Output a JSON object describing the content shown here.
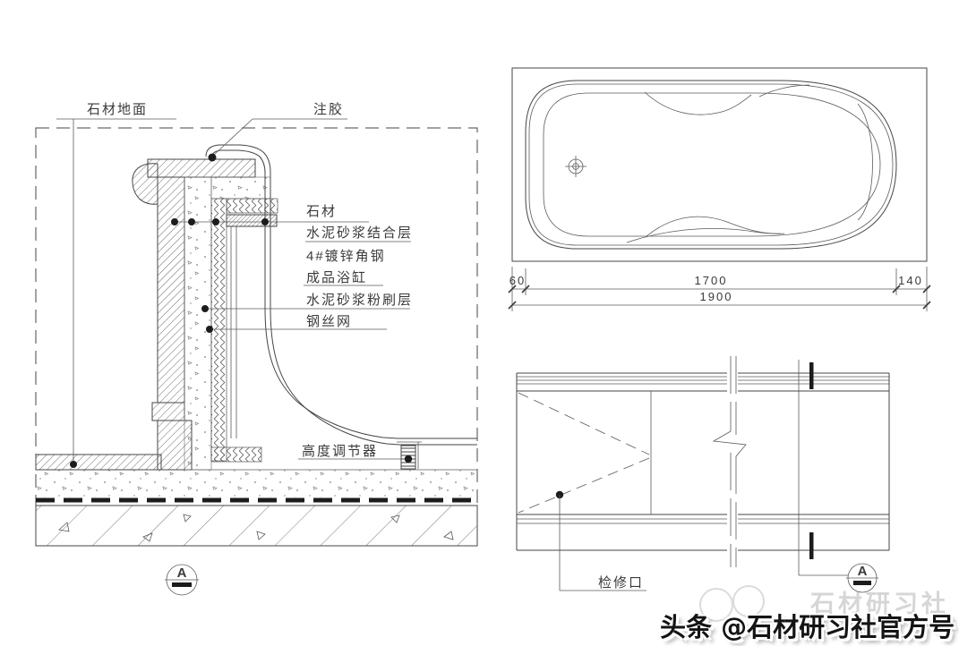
{
  "colors": {
    "line": "#454545",
    "background": "#ffffff",
    "waterproof_membrane": "#1c1c1c",
    "watermark_text": "#141414",
    "watermark_ghost": "#b9b9b9"
  },
  "section": {
    "callout_stone_floor": "石材地面",
    "callout_caulk": "注胶",
    "layer_labels": [
      "石材",
      "水泥砂浆结合层",
      "4#镀锌角钢",
      "成品浴缸",
      "水泥砂浆粉刷层",
      "钢丝网"
    ],
    "height_adjuster": "高度调节器",
    "mark": "A"
  },
  "plan": {
    "dims": {
      "seg_left": "60",
      "seg_mid": "1700",
      "seg_right": "140",
      "total": "1900"
    }
  },
  "elevation": {
    "access_label": "检修口",
    "mark": "A"
  },
  "watermark": {
    "main": "头条 @石材研习社官方号",
    "ghost": "石材研习社"
  }
}
